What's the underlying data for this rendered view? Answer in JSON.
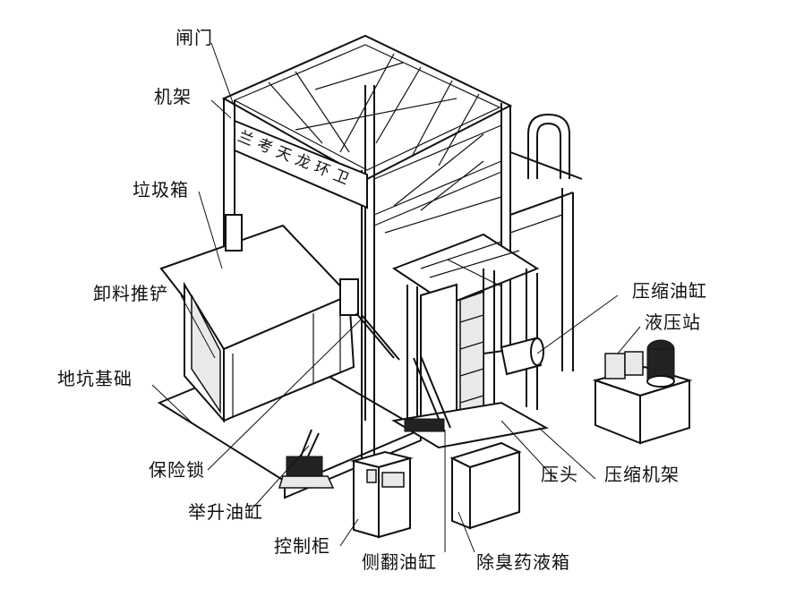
{
  "labels": {
    "gate": "闸门",
    "frame": "机架",
    "garbage_box": "垃圾箱",
    "unload_shovel": "卸料推铲",
    "pit_foundation": "地坑基础",
    "safety_lock": "保险锁",
    "lift_cylinder": "举升油缸",
    "control_cabinet": "控制柜",
    "side_tilt_cylinder": "侧翻油缸",
    "deodorant_tank": "除臭药液箱",
    "press_head": "压头",
    "compression_frame": "压缩机架",
    "compression_cylinder": "压缩油缸",
    "hydraulic_station": "液压站"
  },
  "banner_text": "兰考天龙环卫"
}
